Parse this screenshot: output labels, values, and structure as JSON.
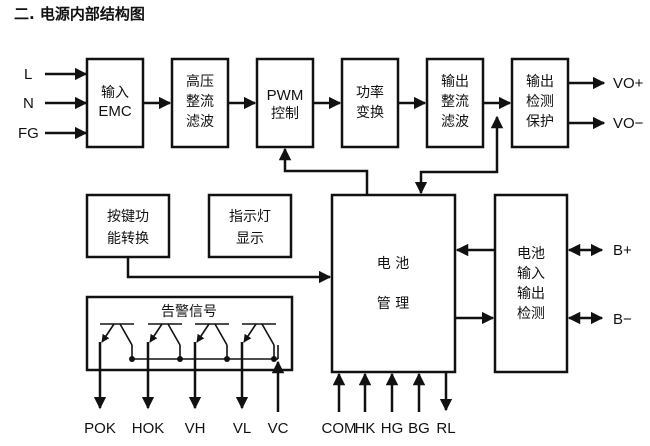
{
  "title": "二. 电源内部结构图",
  "inputs": [
    "L",
    "N",
    "FG"
  ],
  "blocks": {
    "emc": [
      "输入",
      "EMC"
    ],
    "hv": [
      "高压",
      "整流",
      "滤波"
    ],
    "pwm": [
      "PWM",
      "控制"
    ],
    "power": [
      "功率",
      "变换"
    ],
    "out_rect": [
      "输出",
      "整流",
      "滤波"
    ],
    "out_prot": [
      "输出",
      "检测",
      "保护"
    ],
    "key": [
      "按键功",
      "能转换"
    ],
    "led": [
      "指示灯",
      "显示"
    ],
    "batt_mgmt": [
      "电 池",
      "管 理"
    ],
    "batt_io": [
      "电池",
      "输入",
      "输出",
      "检测"
    ],
    "alarm": "告警信号"
  },
  "outputs": [
    "VO+",
    "VO−"
  ],
  "battery_terminals": [
    "B+",
    "B−"
  ],
  "alarm_pins": [
    "POK",
    "HOK",
    "VH",
    "VL",
    "VC"
  ],
  "mgmt_pins": [
    "COM",
    "HK",
    "HG",
    "BG",
    "RL"
  ]
}
